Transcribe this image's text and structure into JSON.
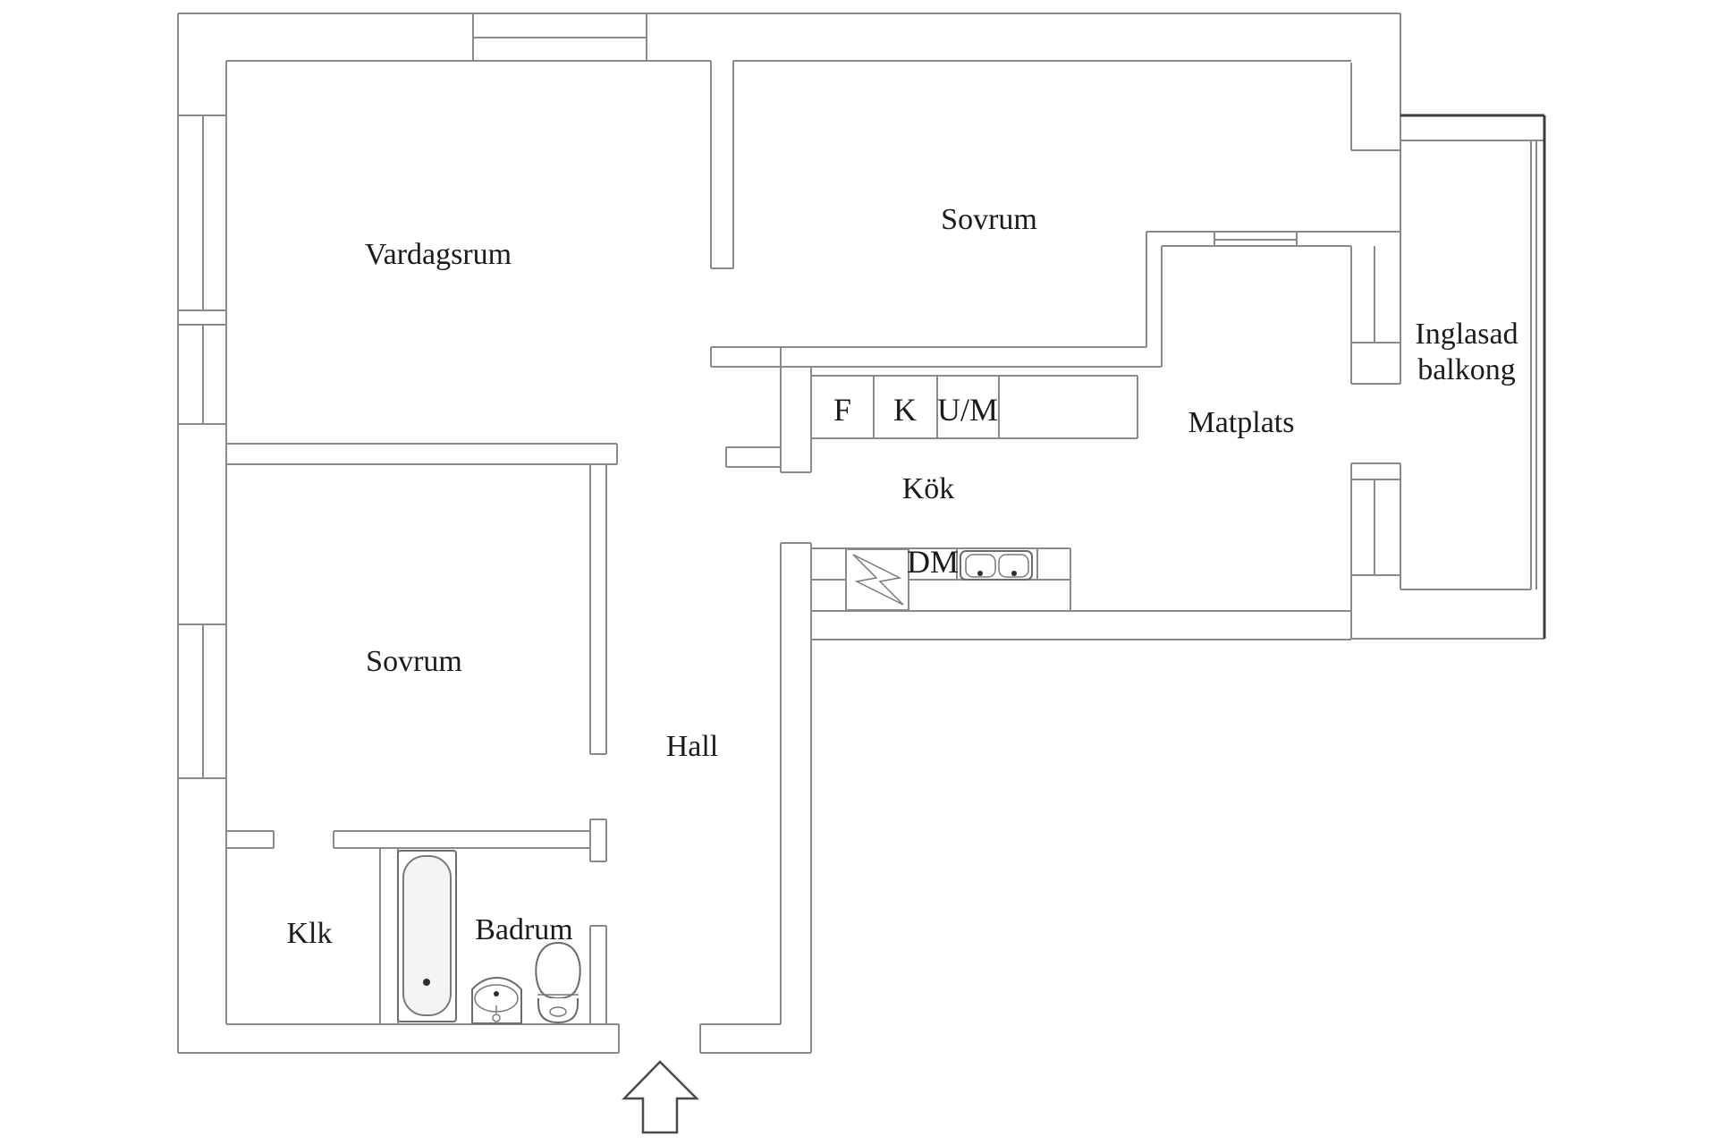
{
  "rooms": [
    {
      "id": "vardagsrum",
      "label": "Vardagsrum"
    },
    {
      "id": "sovrum-1",
      "label": "Sovrum"
    },
    {
      "id": "inglasad-balkong",
      "label": "Inglasad balkong",
      "lines": [
        "Inglasad",
        "balkong"
      ]
    },
    {
      "id": "matplats",
      "label": "Matplats"
    },
    {
      "id": "kok",
      "label": "Kök"
    },
    {
      "id": "sovrum-2",
      "label": "Sovrum"
    },
    {
      "id": "hall",
      "label": "Hall"
    },
    {
      "id": "klk",
      "label": "Klk"
    },
    {
      "id": "badrum",
      "label": "Badrum"
    }
  ],
  "kitchen": {
    "fridge": "F",
    "cooler": "K",
    "oven_microwave": "U/M",
    "dishwasher": "DM"
  },
  "icons": {
    "stove": "lightning-bolt-in-square",
    "kitchen_sink": "double-bowl-sink",
    "bathtub": "bathtub-top-view",
    "washbasin": "pedestal-sink-top-view",
    "toilet": "toilet-top-view",
    "entry_arrow": "up-arrow",
    "window": "triple-line-glazing"
  },
  "colors": {
    "background": "#ffffff",
    "wall": "#8a8a8a",
    "wall_dark": "#3c3c3c",
    "text": "#1b1b1b",
    "fixture_fill": "#f4f4f4"
  }
}
